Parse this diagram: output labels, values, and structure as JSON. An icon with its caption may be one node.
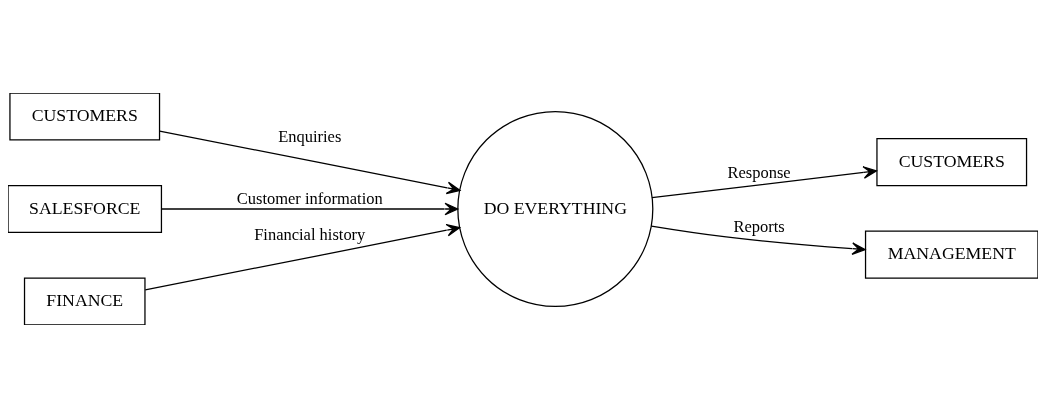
{
  "diagram": {
    "nodes": [
      {
        "text": [
          "CUSTOMERS"
        ]
      },
      {
        "text": [
          "SALESFORCE"
        ]
      },
      {
        "text": [
          "FINANCE"
        ]
      },
      {
        "text": [
          "DO EVERYTHING"
        ]
      },
      {
        "text": [
          "CUSTOMERS"
        ]
      },
      {
        "text": [
          "MANAGEMENT"
        ]
      }
    ],
    "edges": [
      {
        "from": 0,
        "to": 3,
        "arrow": "to",
        "label": "Enquiries"
      },
      {
        "from": 1,
        "to": 3,
        "arrow": "to",
        "label": "Customer information"
      },
      {
        "from": 2,
        "to": 3,
        "arrow": "to",
        "label": "Financial history"
      },
      {
        "from": 3,
        "to": 4,
        "arrow": "to",
        "label": "Response"
      },
      {
        "from": 3,
        "to": 5,
        "arrow": "to",
        "label": "Reports"
      }
    ]
  }
}
